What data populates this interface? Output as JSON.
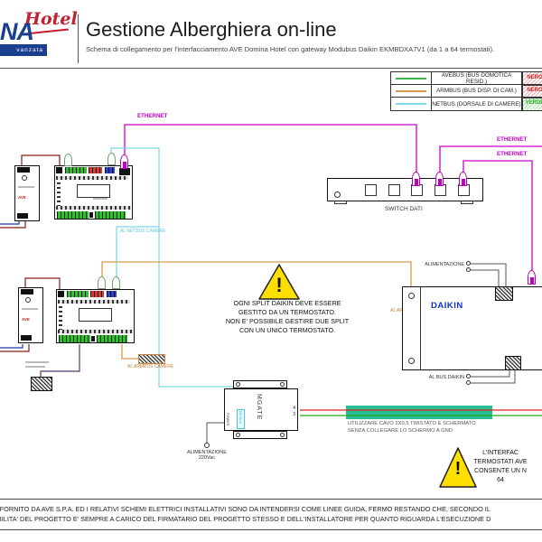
{
  "header": {
    "logo_script": "Hotel",
    "logo_letters": "NA",
    "logo_tagline": "vanzata",
    "title": "Gestione Alberghiera on-line",
    "subtitle": "Schema di collegamento per l'interfacciamento AVE Domina Hotel con gateway Modubus Daikin EKMBDXA7V1 (da 1 a 64 termostati)."
  },
  "legend": {
    "rows": [
      {
        "label": "AVEBUS (BUS DOMOTICA RESID.)",
        "color": "#3cb84c",
        "tag": "NERO",
        "tag_color": "#cc2222"
      },
      {
        "label": "ARMBUS (BUS DISP. DI CAM.)",
        "color": "#d89a4e",
        "tag": "NERO",
        "tag_color": "#cc2222"
      },
      {
        "label": "NETBUS (DORSALE DI CAMERE)",
        "color": "#7fd8e8",
        "tag": "VERDE",
        "tag_color": "#22aa22"
      }
    ]
  },
  "labels": {
    "ethernet_a": "ETHERNET",
    "ethernet_b": "ETHERNET",
    "ethernet_c": "ETHERNET",
    "switch_dati": "SWITCH DATI",
    "netbus_branch": "AL NETBUS CAMERE",
    "armbus_branch_right": "AL ARMBUS CAMERE",
    "armbus_branch_bottom": "AL ARMBUS CAMERE",
    "daikin_alimentazione": "ALIMENTAZIONE",
    "daikin_bus": "AL BUS DAIKIN",
    "daikin_brand": "DAIKIN",
    "mgate": "MGATE",
    "mgate_power": "POWER",
    "mgate_netbus_port": "NETBUS",
    "terminal_4": "4",
    "terminal_3": "3",
    "mains_line1": "ALIMENTAZIONE",
    "mains_line2": "220Vac",
    "psu_brand": "AVE",
    "warning_mark": "!"
  },
  "notes": {
    "center_warning": [
      "OGNI SPLIT DAIKIN DEVE ESSERE",
      "GESTITO DA UN TERMOSTATO.",
      "NON E' POSSIBILE GESTIRE DUE SPLIT",
      "CON UN UNICO TERMOSTATO."
    ],
    "cable_note_line1": "UTILIZZARE CAVO 2X0,5 TWISTATO E SCHERMATO",
    "cable_note_line2": "SENZA COLLEGARE LO SCHERMO A GND",
    "right_warning": [
      "L'INTERFAC",
      "TERMOSTATI AVE",
      "CONSENTE UN N",
      "64"
    ],
    "disclaimer_line1": "O FORNITO DA AVE S.P.A. ED I RELATIVI SCHEMI ELETTRICI INSTALLATIVI SONO DA INTENDERSI COME LINEE GUIDA, FERMO RESTANDO CHE, SECONDO IL",
    "disclaimer_line2": "ABILITA' DEL PROGETTO E' SEMPRE A CARICO DEL FIRMATARIO DEL PROGETTO STESSO E DELL'INSTALLATORE PER QUANTO RIGUARDA L'ESECUZIONE D"
  },
  "colors": {
    "ethernet": "#cc00cc",
    "netbus": "#7fd8e8",
    "armbus": "#d89a4e",
    "avebus": "#3cb84c",
    "power_live": "#8b1a1a",
    "power_neutral": "#2233aa",
    "aux": "#5a3a6a",
    "link_gray": "#555555",
    "bus_a_red": "#dd2222",
    "bus_b_green": "#22aa22",
    "shield_note": "#27bd95",
    "warning_yellow": "#ffdf00",
    "daikin_blue": "#1334c8",
    "daikin_cyan": "#35a8e8"
  }
}
